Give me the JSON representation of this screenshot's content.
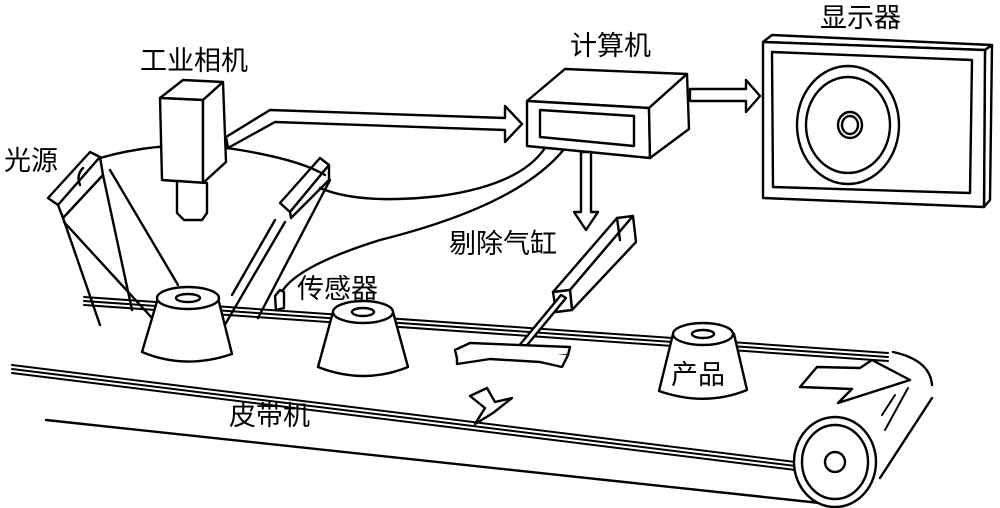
{
  "title": "Machine vision inspection system diagram",
  "labels": {
    "camera": "工业相机",
    "light_source": "光源",
    "computer": "计算机",
    "monitor": "显示器",
    "sensor": "传感器",
    "reject_cylinder": "剔除气缸",
    "product": "产品",
    "conveyor": "皮带机"
  },
  "colors": {
    "line": "#000000",
    "background": "#ffffff"
  },
  "arrows": [
    {
      "from": "camera",
      "to": "computer"
    },
    {
      "from": "computer",
      "to": "monitor"
    },
    {
      "from": "computer",
      "to": "reject_cylinder"
    },
    {
      "from": "conveyor",
      "direction": "forward"
    },
    {
      "from": "reject_cylinder",
      "direction": "eject"
    }
  ]
}
